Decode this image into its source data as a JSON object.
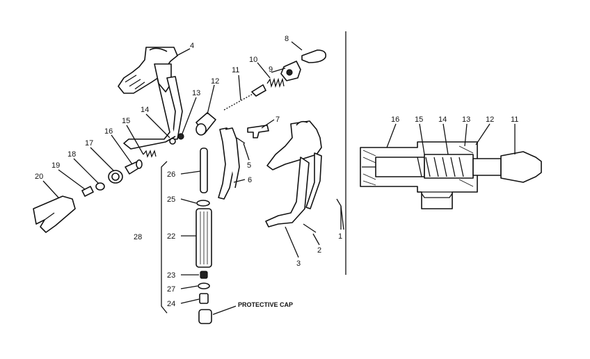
{
  "labels": {
    "l1": "1",
    "l2": "2",
    "l3": "3",
    "l4": "4",
    "l5": "5",
    "l6": "6",
    "l7": "7",
    "l8": "8",
    "l9": "9",
    "l10": "10",
    "l11": "11",
    "l12": "12",
    "l13": "13",
    "l14": "14",
    "l15": "15",
    "l16": "16",
    "l17": "17",
    "l18": "18",
    "l19": "19",
    "l20": "20",
    "l22": "22",
    "l23": "23",
    "l24": "24",
    "l25": "25",
    "l26": "26",
    "l27": "27",
    "l28": "28",
    "protective_cap": "PROTECTIVE CAP",
    "x16": "16",
    "x15": "15",
    "x14": "14",
    "x13": "13",
    "x12": "12",
    "x11": "11"
  }
}
